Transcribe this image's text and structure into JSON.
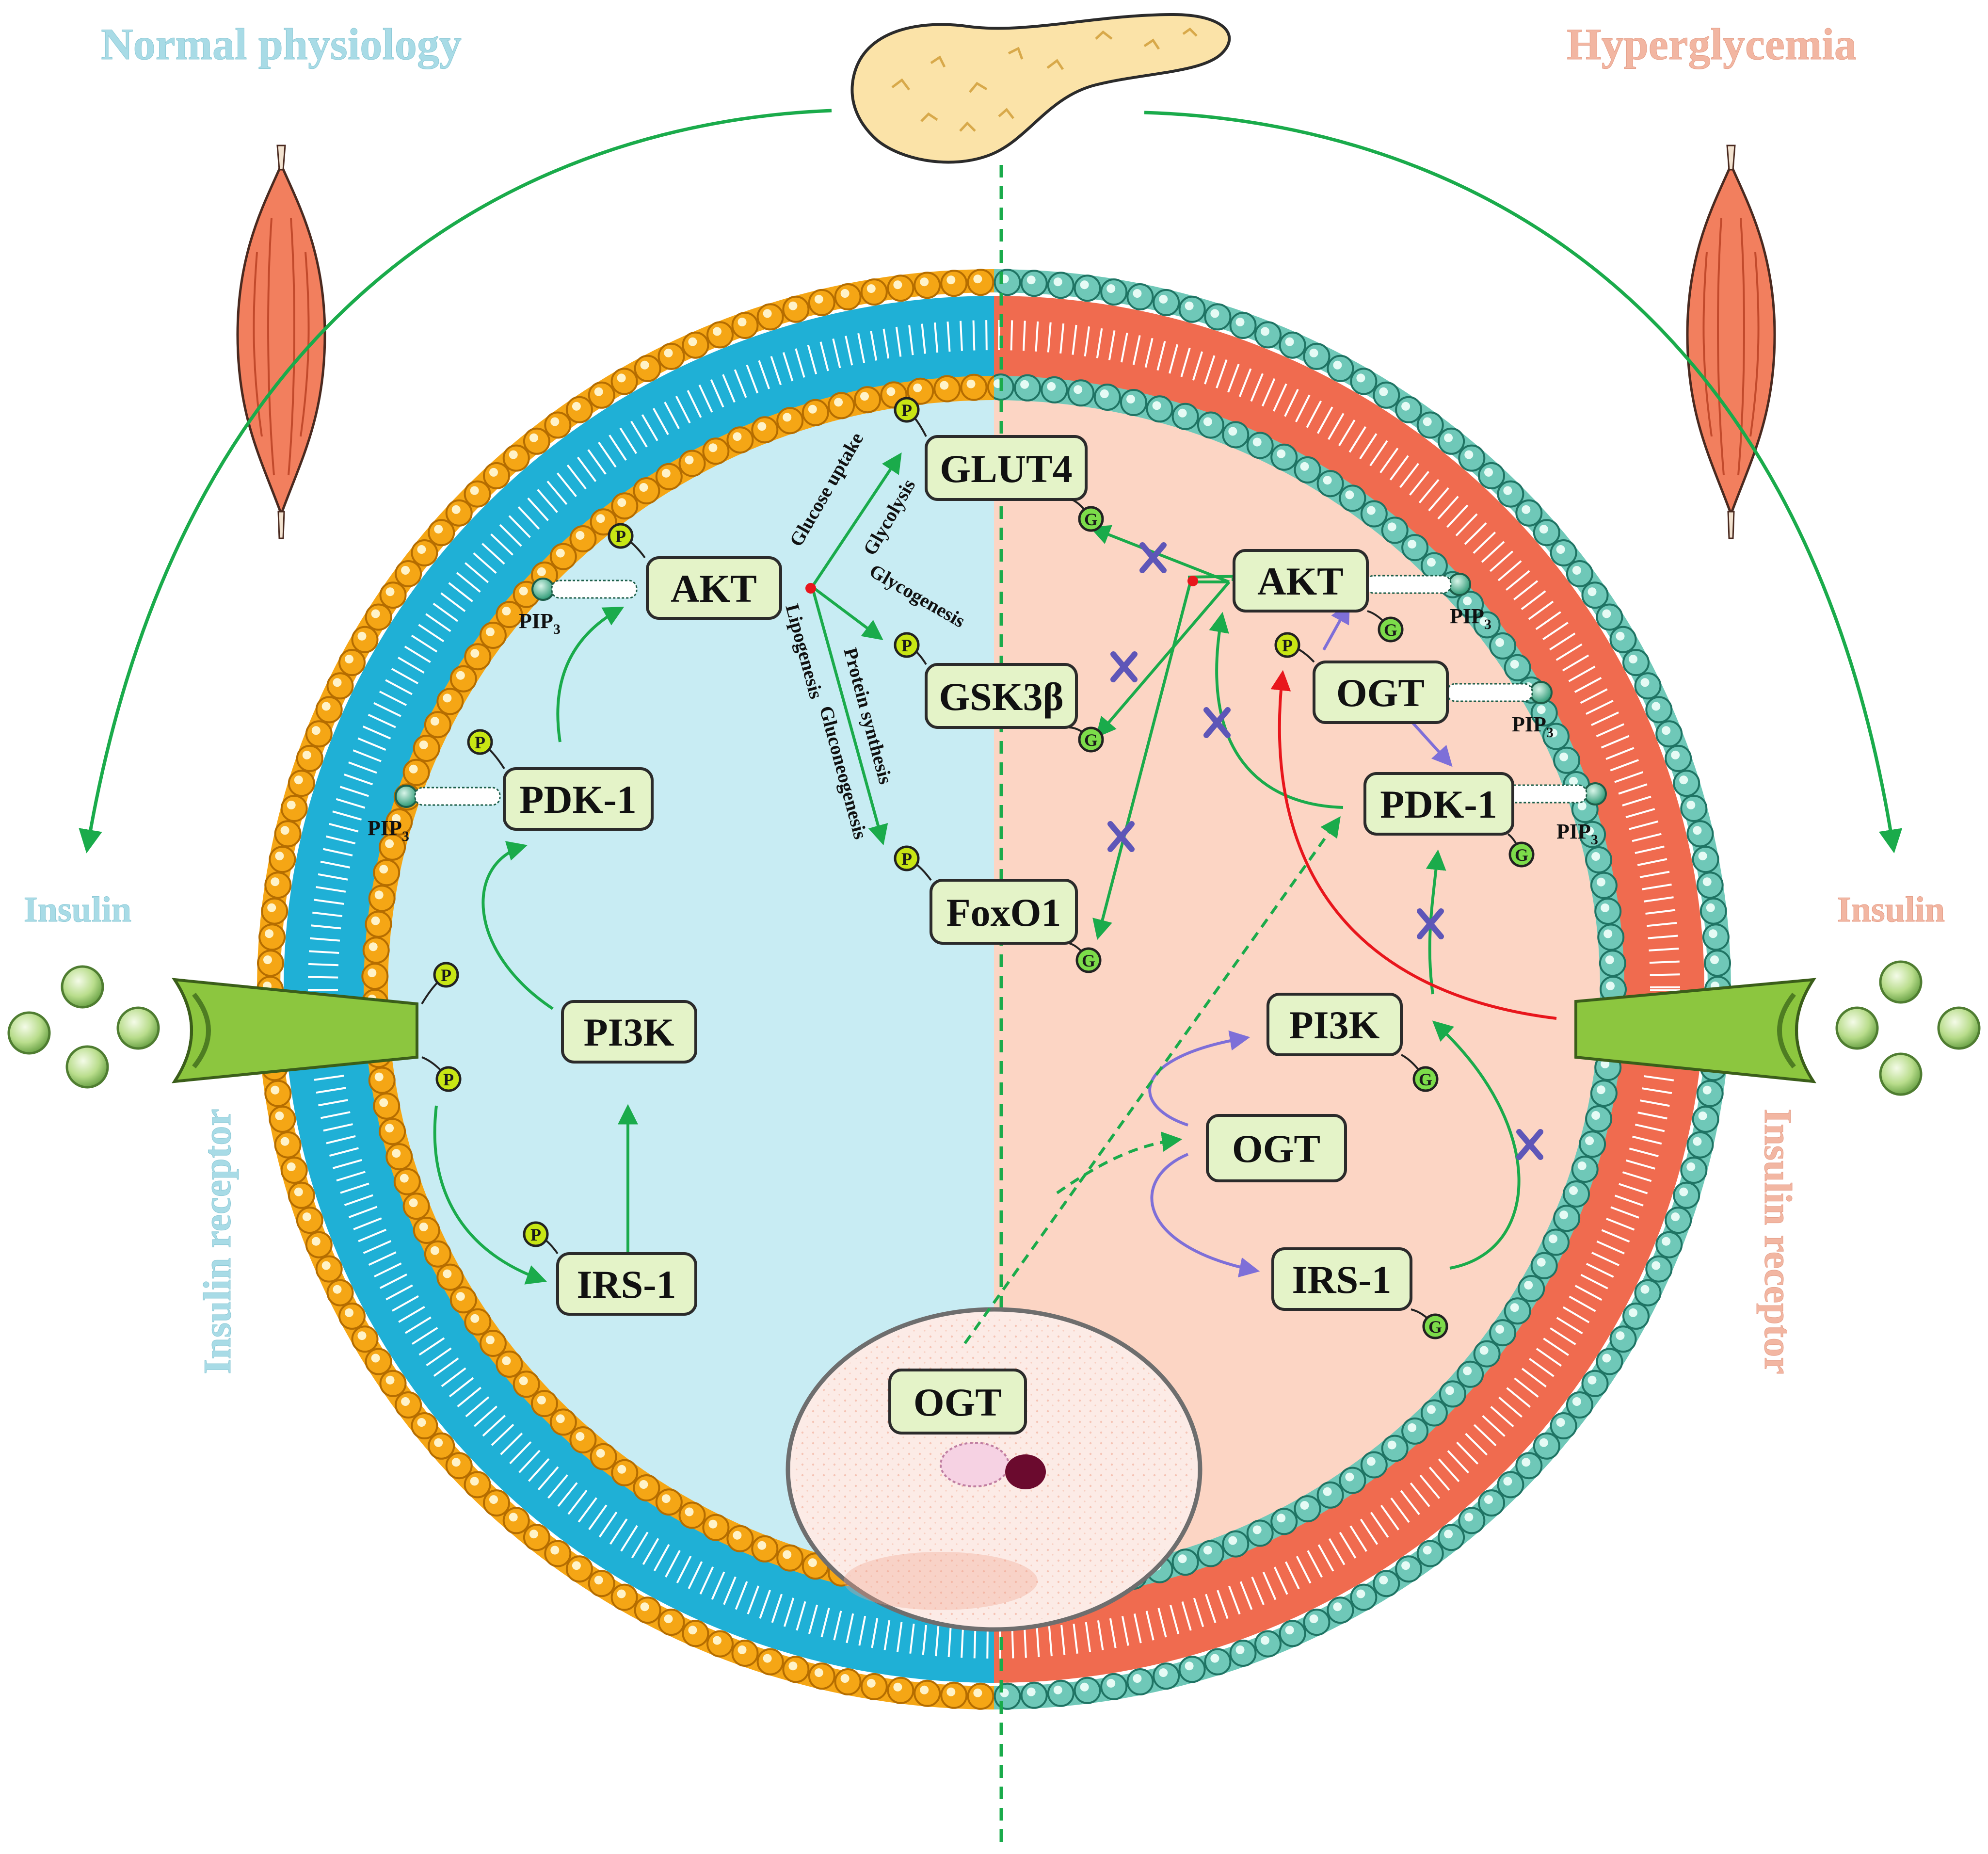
{
  "colors": {
    "normal_accent": "#a8dbe6",
    "hyper_accent": "#f2b6a2",
    "arrow_green": "#1aab4b",
    "arrow_purple": "#7e6fd8",
    "arrow_red": "#e8161c",
    "node_fill": "#e4f3c8",
    "normal_cytoplasm": "#c8ecf3",
    "hyper_cytoplasm": "#fcd5c4",
    "lipid_head_orange": "#f5a615",
    "lipid_head_teal": "#6fc8b8",
    "bilayer_blue": "#1fb0d6",
    "bilayer_red": "#f06b4f"
  },
  "labels": {
    "normal_title": "Normal physiology",
    "hyper_title": "Hyperglycemia",
    "insulin_left": "Insulin",
    "insulin_right": "Insulin",
    "receptor_left": "Insulin receptor",
    "receptor_right": "Insulin receptor"
  },
  "normal": {
    "akt": "AKT",
    "pdk1": "PDK-1",
    "pi3k": "PI3K",
    "irs1": "IRS-1",
    "glut4": "GLUT4",
    "gsk3b": "GSK3β",
    "foxo1": "FoxO1",
    "pip3_sub": "3",
    "pip3_base": "PIP",
    "p_tag": "P",
    "pathways": {
      "glucose_uptake": "Glucose uptake",
      "glycolysis": "Glycolysis",
      "glycogenesis": "Glycogenesis",
      "lipogenesis": "Lipogenesis",
      "gluconeogenesis": "Gluconeogenesis",
      "protein_synthesis": "Protein synthesis"
    }
  },
  "hyper": {
    "akt": "AKT",
    "ogt_top": "OGT",
    "pdk1": "PDK-1",
    "pi3k": "PI3K",
    "ogt_mid": "OGT",
    "irs1": "IRS-1",
    "g_tag": "G",
    "p_tag": "P"
  },
  "nucleus": {
    "ogt": "OGT"
  },
  "icons": [
    "pancreas-icon",
    "muscle-icon",
    "insulin-molecule-icon",
    "insulin-receptor-icon",
    "nucleus-icon",
    "inhibition-cross-icon"
  ]
}
